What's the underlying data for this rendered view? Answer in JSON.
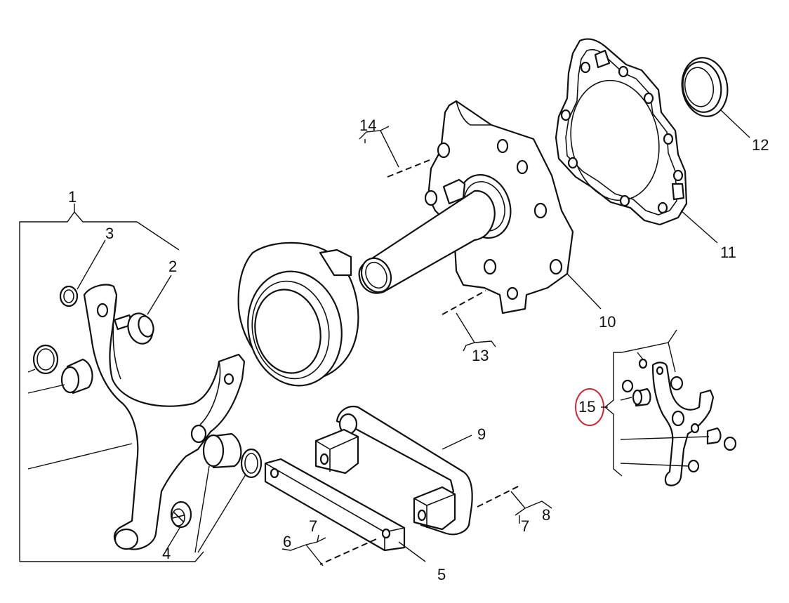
{
  "figure": {
    "callouts": {
      "c1": "1",
      "c2": "2",
      "c3": "3",
      "c4": "4",
      "c5": "5",
      "c6": "6",
      "c7a": "7",
      "c7b": "7",
      "c8": "8",
      "c9": "9",
      "c10": "10",
      "c11": "11",
      "c12": "12",
      "c13": "13",
      "c14": "14",
      "c15": "15"
    },
    "highlight_color": "#d9232e",
    "line_color": "#111111",
    "background_color": "#ffffff"
  }
}
